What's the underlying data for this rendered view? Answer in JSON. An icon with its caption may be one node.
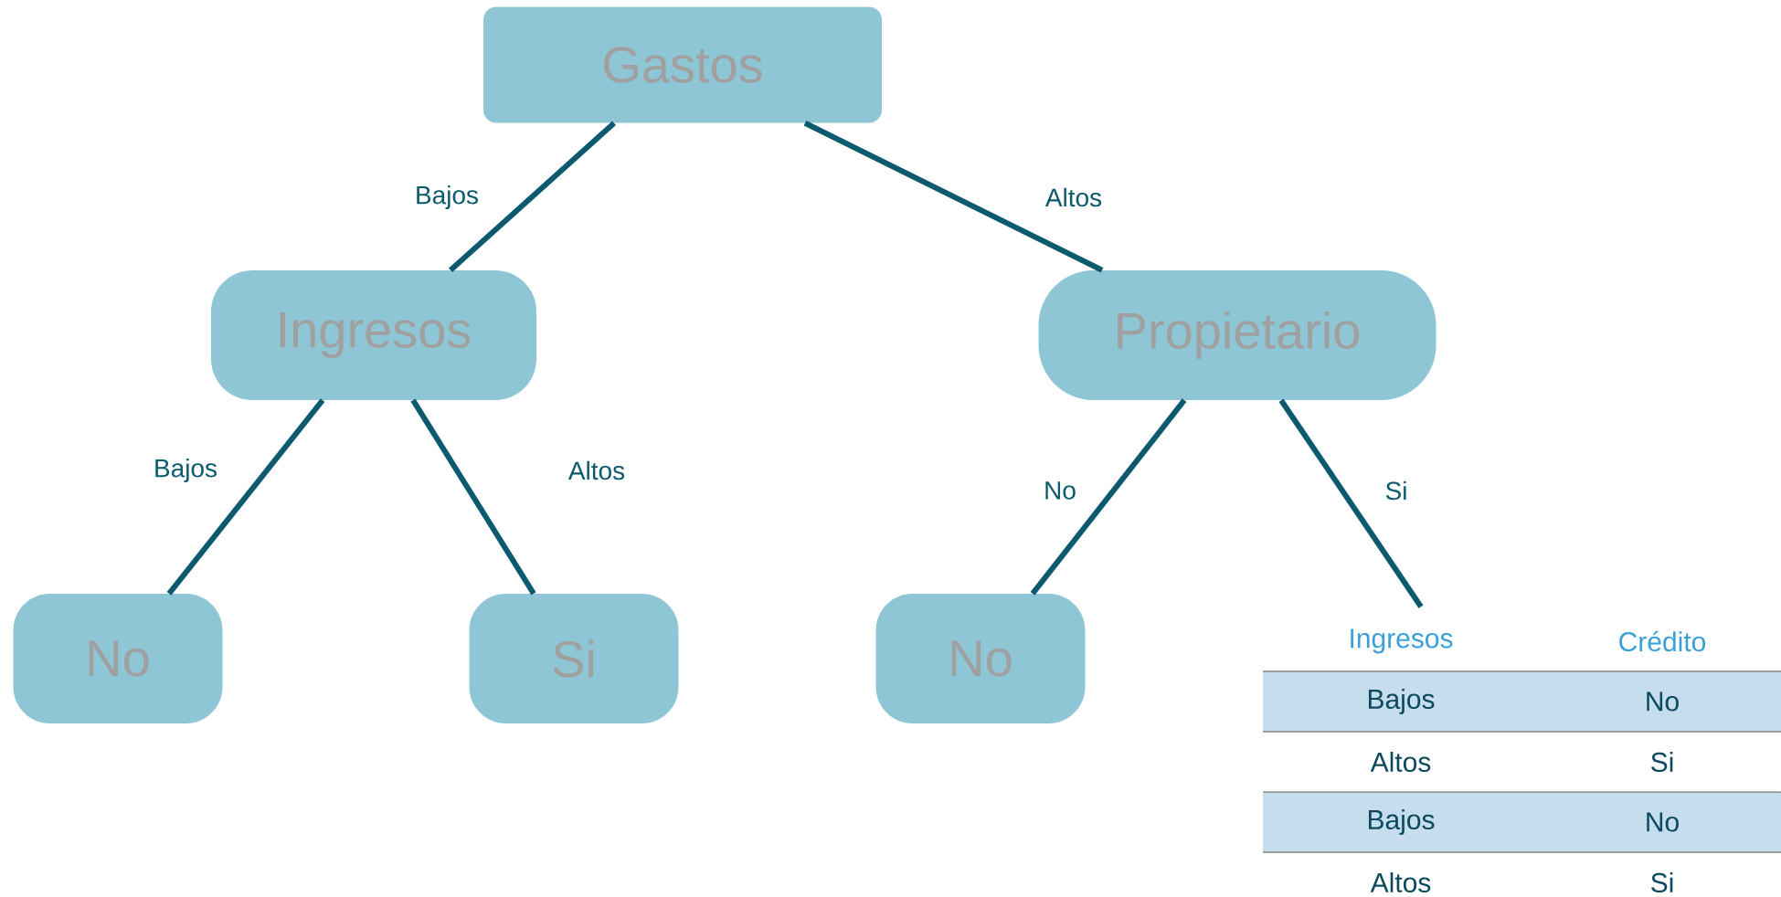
{
  "diagram": {
    "nodes": [
      {
        "text": [
          "Gastos"
        ]
      },
      {
        "text": [
          "Ingresos"
        ]
      },
      {
        "text": [
          "Propietario"
        ]
      },
      {
        "text": [
          "No"
        ]
      },
      {
        "text": [
          "Si"
        ]
      },
      {
        "text": [
          "No"
        ]
      },
      {
        "text": [
          "Ingresos",
          "Crédito",
          "Bajos",
          "No",
          "Altos",
          "Si",
          "Bajos",
          "No",
          "Altos",
          "Si"
        ]
      }
    ],
    "edges": [
      {
        "from": 0,
        "to": 1,
        "arrow": "none",
        "label": "Bajos"
      },
      {
        "from": 0,
        "to": 2,
        "arrow": "none",
        "label": "Altos"
      },
      {
        "from": 1,
        "to": 3,
        "arrow": "none",
        "label": "Bajos"
      },
      {
        "from": 1,
        "to": 4,
        "arrow": "none",
        "label": "Altos"
      },
      {
        "from": 2,
        "to": 5,
        "arrow": "none",
        "label": "No"
      },
      {
        "from": 2,
        "to": 6,
        "arrow": "none",
        "label": "Si"
      }
    ]
  }
}
